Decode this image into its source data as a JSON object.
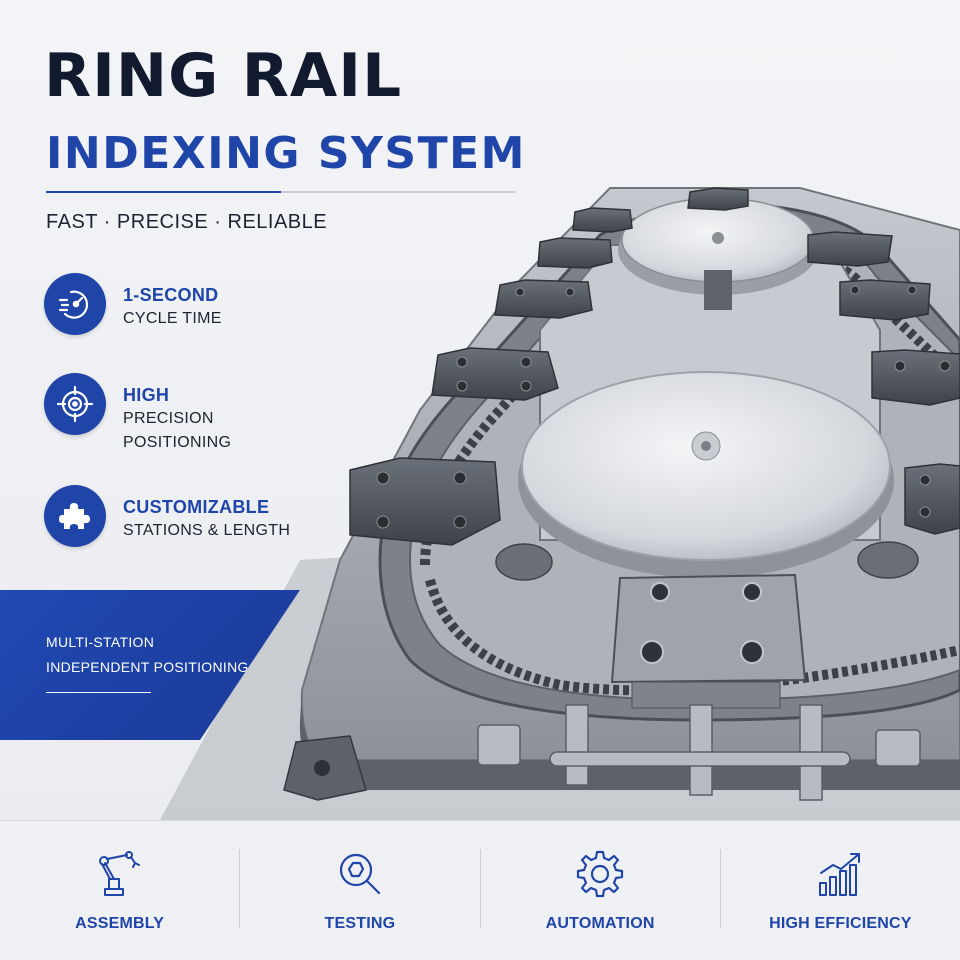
{
  "title": {
    "main": "RING RAIL",
    "sub": "INDEXING SYSTEM",
    "tagline": "FAST · PRECISE · RELIABLE"
  },
  "features": [
    {
      "icon": "speed-clock-icon",
      "title": "1-SECOND",
      "lines": [
        "CYCLE TIME"
      ]
    },
    {
      "icon": "target-crosshair-icon",
      "title": "HIGH",
      "lines": [
        "PRECISION",
        "POSITIONING"
      ]
    },
    {
      "icon": "puzzle-piece-icon",
      "title": "CUSTOMIZABLE",
      "lines": [
        "STATIONS & LENGTH"
      ]
    }
  ],
  "callout": {
    "line1": "MULTI-STATION",
    "line2": "INDEPENDENT POSITIONING"
  },
  "applications": [
    {
      "icon": "robot-arm-icon",
      "label": "ASSEMBLY"
    },
    {
      "icon": "magnifier-icon",
      "label": "TESTING"
    },
    {
      "icon": "gear-icon",
      "label": "AUTOMATION"
    },
    {
      "icon": "growth-chart-icon",
      "label": "HIGH EFFICIENCY"
    }
  ],
  "colors": {
    "brand_blue": "#1f45a8",
    "title_dark": "#111a2e",
    "background": "#eef0f4"
  }
}
